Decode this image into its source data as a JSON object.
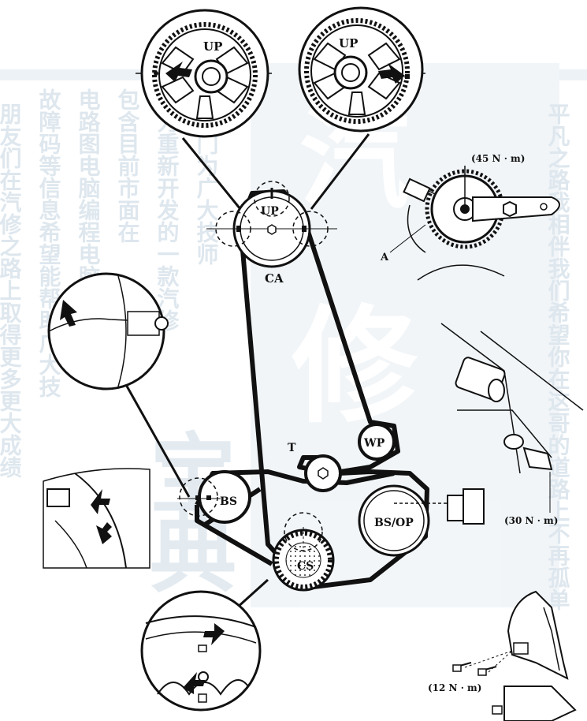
{
  "labels": {
    "up_left": "UP",
    "up_right": "UP",
    "up_cam": "UP",
    "ca": "CA",
    "torque_tensioner": "(45 N · m)",
    "part_a": "A",
    "t": "T",
    "wp": "WP",
    "bs": "BS",
    "bs_op": "BS/OP",
    "cs": "CS",
    "torque_bolt": "(30 N · m)",
    "torque_cover": "(12 N · m)"
  },
  "watermark": {
    "big_chars": [
      "汽",
      "修",
      "宝",
      "典"
    ],
    "columns": [
      "朋友们在汽修之路上取得更多更大成绩",
      "故障码等信息希望能帮助广大技",
      "电路图电脑编程电脑针脚",
      "包含目前市面在",
      "物力重新开发的一款汽修",
      "队专门为广大技师",
      "平凡之路我相伴我们希望你在这哥的道路上不再孤单"
    ],
    "color": "#a9c2d6"
  }
}
